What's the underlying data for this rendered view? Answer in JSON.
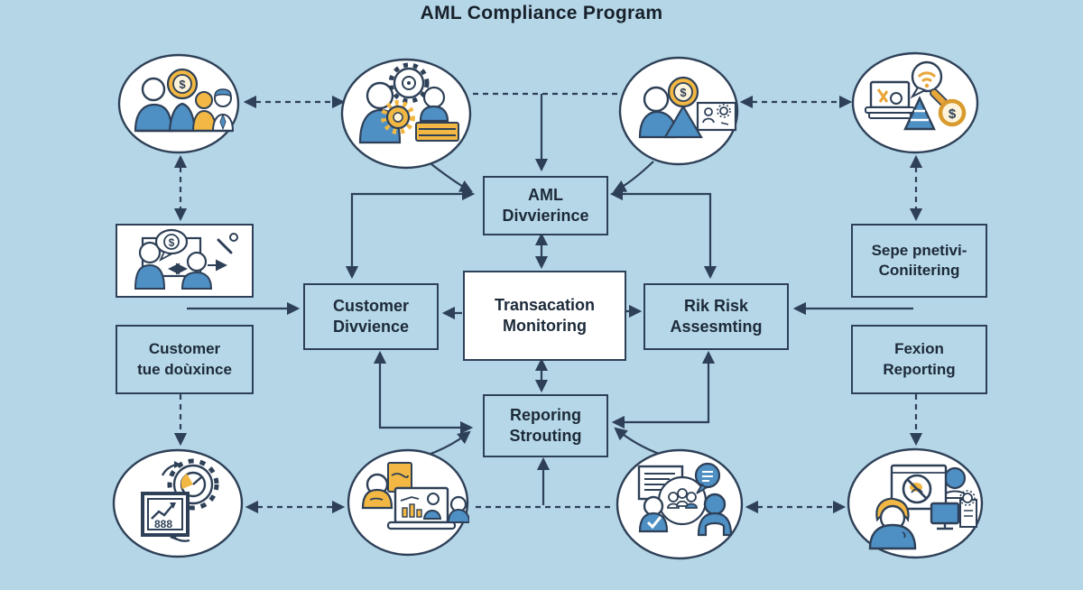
{
  "title": "AML Compliance Program",
  "colors": {
    "background": "#b4d6e6",
    "line": "#2e4057",
    "text": "#1c2a3a",
    "node_fill": "#b6d7e7",
    "white_fill": "#ffffff",
    "figure_blue": "#4e8fc4",
    "figure_yellow": "#f2b843"
  },
  "nodes": {
    "aml": {
      "line1": "AML",
      "line2": "Divvierince"
    },
    "customer_divvience": {
      "line1": "Customer",
      "line2": "Divvience"
    },
    "transaction_monitoring": {
      "line1": "Transacation",
      "line2": "Monitoring"
    },
    "risk_assessment": {
      "line1": "Rik Risk",
      "line2": "Assesmting"
    },
    "reporting_routing": {
      "line1": "Reporing",
      "line2": "Strouting"
    },
    "customer_due": {
      "line1": "Customer",
      "line2": "tue doùxince"
    },
    "separate_monitoring": {
      "line1": "Sepe pnetivi-",
      "line2": "Coniitering"
    },
    "fexion_reporting": {
      "line1": "Fexion",
      "line2": "Reporting"
    }
  },
  "glyphs": {
    "dollar": "$",
    "chart_digits": "888"
  },
  "icons": {
    "top_left": "customers-dollar-badge-icon",
    "top_center_left": "people-process-gears-icon",
    "top_center_right": "person-dollar-certificate-icon",
    "top_right": "laptop-wifi-dollar-search-icon",
    "mid_left": "customer-dollar-exchange-icon",
    "bottom_left": "growth-chart-gauge-gear-icon",
    "bottom_center_left": "staff-training-presentation-icon",
    "bottom_center_right": "team-meeting-discussion-icon",
    "bottom_right": "compliance-monitoring-block-icon"
  }
}
